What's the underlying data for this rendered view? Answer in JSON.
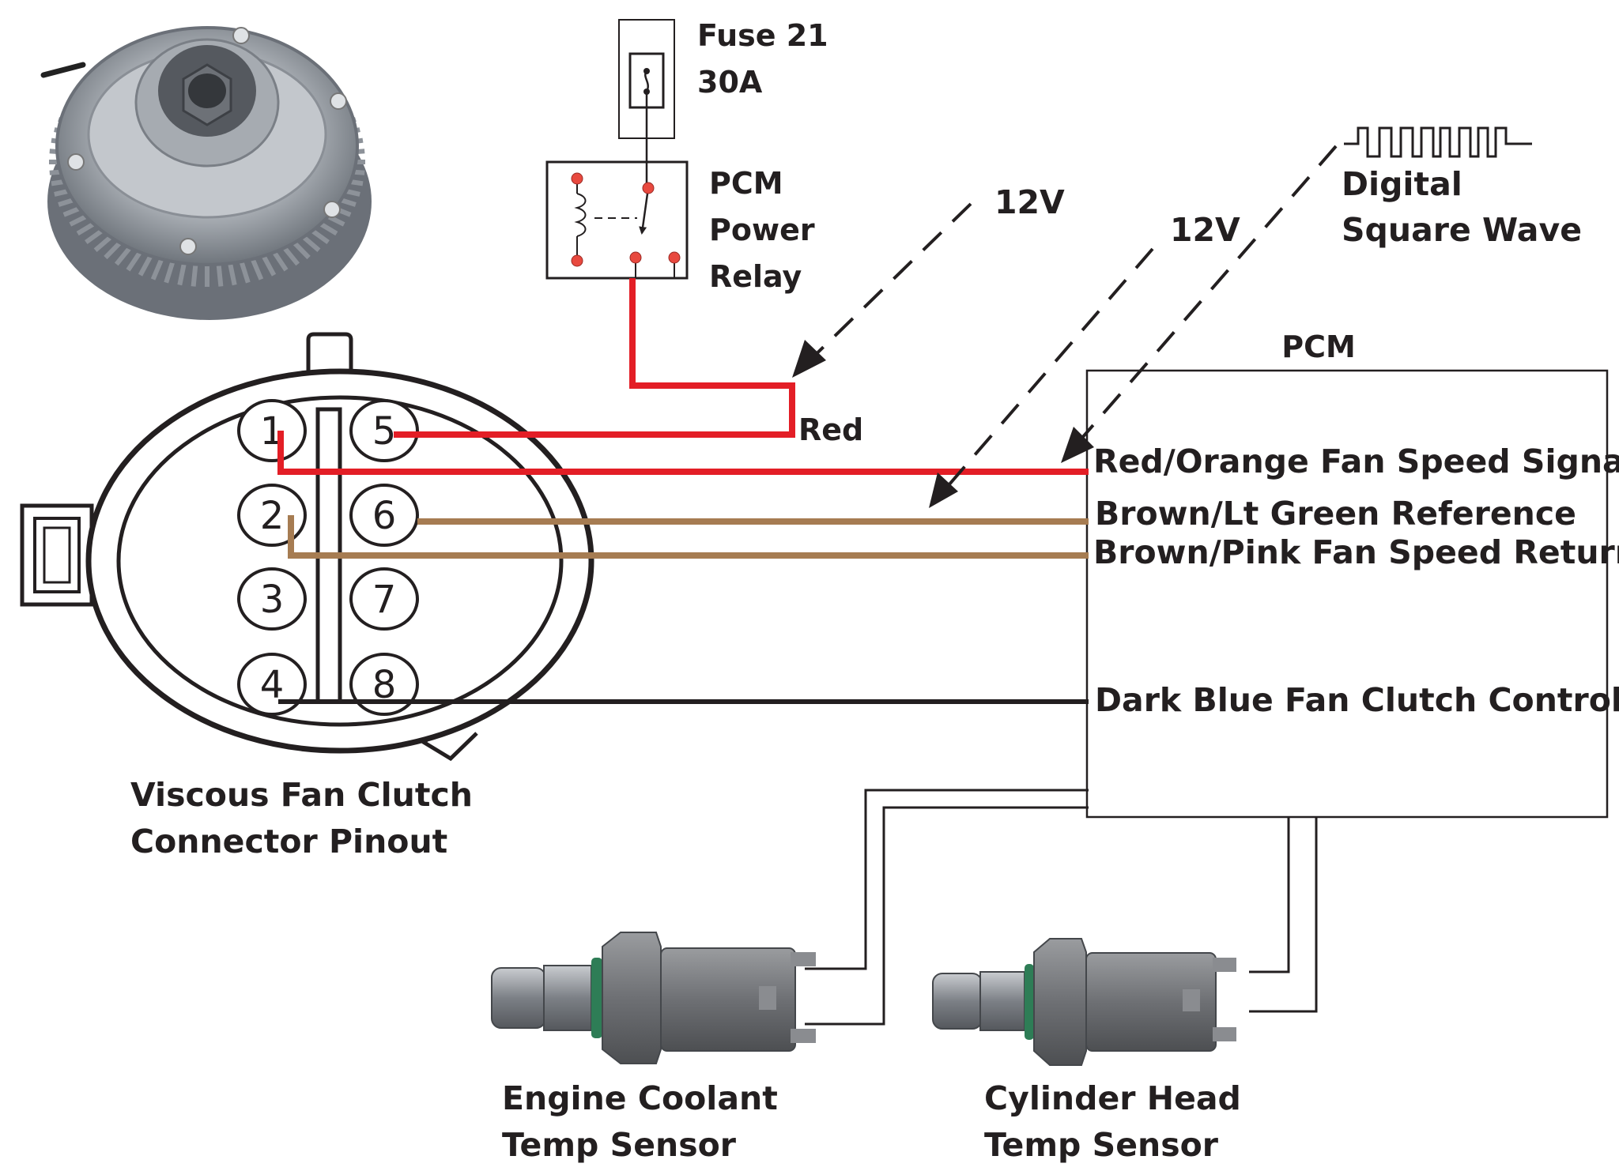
{
  "fuse": {
    "name": "Fuse 21",
    "rating": "30A"
  },
  "relay": {
    "line1": "PCM",
    "line2": "Power",
    "line3": "Relay"
  },
  "signals": {
    "voltage_a": "12V",
    "voltage_b": "12V",
    "square_line1": "Digital",
    "square_line2": "Square Wave"
  },
  "pcm": {
    "title": "PCM",
    "pins": {
      "red_orange": "Red/Orange Fan Speed Signal",
      "brown_green": "Brown/Lt Green Reference",
      "brown_pink": "Brown/Pink Fan Speed Return",
      "dark_blue": "Dark Blue Fan Clutch Control"
    }
  },
  "wires": {
    "red_label": "Red"
  },
  "connector": {
    "caption_line1": "Viscous Fan Clutch",
    "caption_line2": "Connector Pinout",
    "pins": [
      "1",
      "2",
      "3",
      "4",
      "5",
      "6",
      "7",
      "8"
    ]
  },
  "sensors": {
    "coolant_line1": "Engine Coolant",
    "coolant_line2": "Temp Sensor",
    "head_line1": "Cylinder Head",
    "head_line2": "Temp Sensor"
  },
  "colors": {
    "red_wire": "#e31e26",
    "tan_wire": "#a67c52",
    "black_wire": "#231f20",
    "relay_contact": "#e8493f"
  },
  "icons": [
    "fan-clutch-photo",
    "coil-symbol",
    "fuse-symbol",
    "square-wave-symbol",
    "temp-sensor-photo"
  ]
}
